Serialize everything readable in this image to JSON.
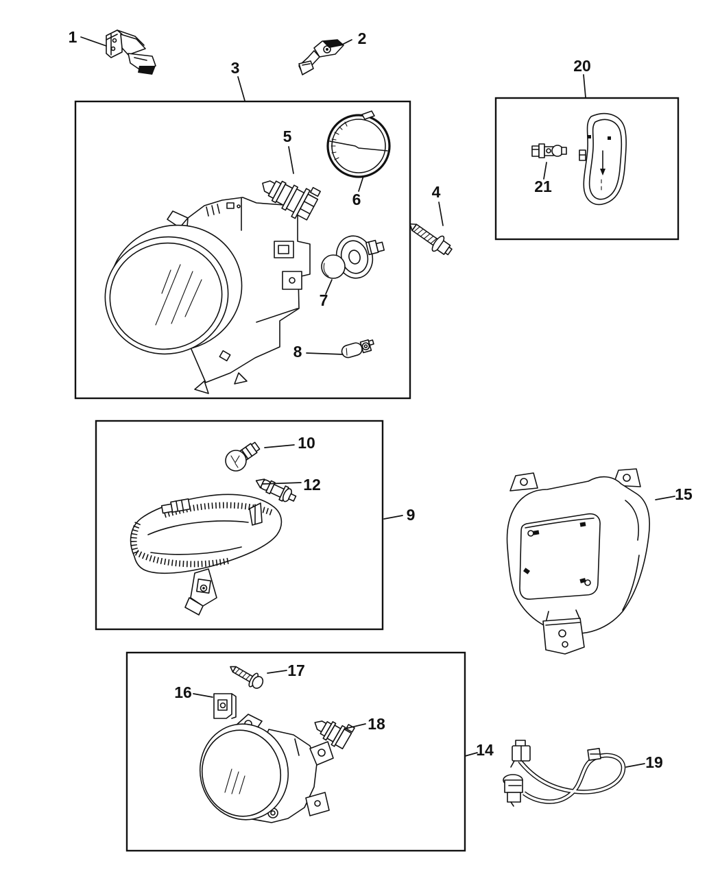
{
  "colors": {
    "background": "#ffffff",
    "line": "#111111"
  },
  "callouts": [
    {
      "label": "1",
      "part": "headlamp-bracket-left"
    },
    {
      "label": "2",
      "part": "headlamp-bracket-right"
    },
    {
      "label": "3",
      "part": "headlamp-assembly-group"
    },
    {
      "label": "4",
      "part": "mounting-screw"
    },
    {
      "label": "5",
      "part": "headlamp-bulb"
    },
    {
      "label": "6",
      "part": "retaining-ring-seal"
    },
    {
      "label": "7",
      "part": "bulb-and-socket"
    },
    {
      "label": "8",
      "part": "wedge-base-bulb"
    },
    {
      "label": "9",
      "part": "park-turn-signal-lamp-group"
    },
    {
      "label": "10",
      "part": "park-lamp-bulb"
    },
    {
      "label": "12",
      "part": "signal-lamp-bulb"
    },
    {
      "label": "14",
      "part": "fog-lamp-group"
    },
    {
      "label": "15",
      "part": "headlamp-mounting-bracket"
    },
    {
      "label": "16",
      "part": "u-nut-clip"
    },
    {
      "label": "17",
      "part": "fog-lamp-screw"
    },
    {
      "label": "18",
      "part": "fog-lamp-bulb"
    },
    {
      "label": "19",
      "part": "fog-lamp-wiring-harness"
    },
    {
      "label": "20",
      "part": "side-marker-lamp-group"
    },
    {
      "label": "21",
      "part": "side-marker-bulb-socket"
    }
  ]
}
